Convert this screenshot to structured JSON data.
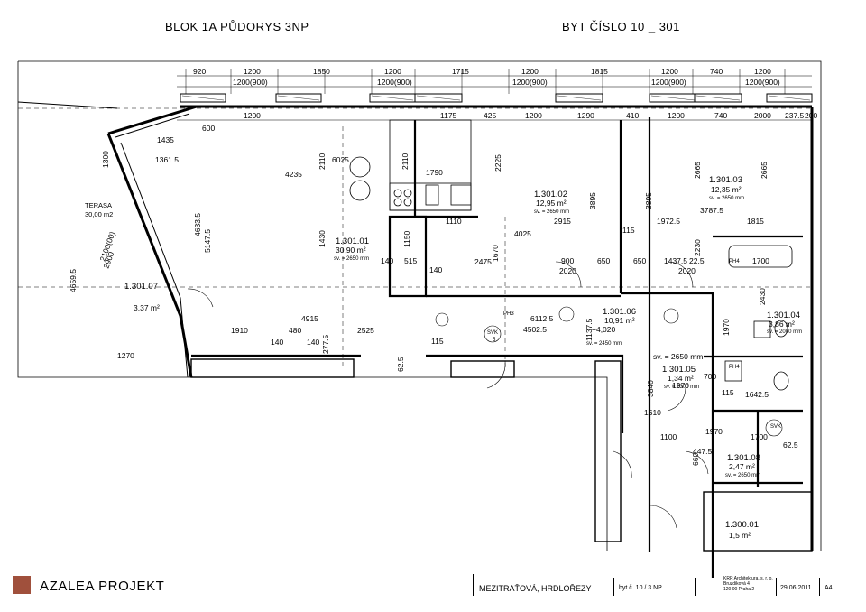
{
  "header": {
    "left": "BLOK 1A    PŮDORYS 3NP",
    "right": "BYT ČÍSLO 10 _ 301"
  },
  "top_dims_row1": [
    "920",
    "1200",
    "1850",
    "1200",
    "1715",
    "1200",
    "1815",
    "1200",
    "740",
    "1200"
  ],
  "top_dims_row2": [
    "1200(900)",
    "1200(900)",
    "1200(900)",
    "1200(900)",
    "1200(900)"
  ],
  "top_dims_row3": [
    "600",
    "1200",
    "1175",
    "425",
    "1200",
    "1290",
    "410",
    "1200",
    "740",
    "2000",
    "237.5",
    "200"
  ],
  "rooms": [
    {
      "code": "1.301.01",
      "area": "30,90 m²",
      "height": "sv. = 2650 mm"
    },
    {
      "code": "1.301.02",
      "area": "12,95 m²",
      "height": "sv. = 2650 mm"
    },
    {
      "code": "1.301.03",
      "area": "12,35 m²",
      "height": "sv. = 2650 mm"
    },
    {
      "code": "1.301.04",
      "area": "3,86 m²",
      "height": "sv. = 2000 mm"
    },
    {
      "code": "1.301.05",
      "area": "1,34 m²",
      "height": "sv. = 2300 mm"
    },
    {
      "code": "1.301.06",
      "area": "10,91 m²",
      "height": "sv. = 2450 mm"
    },
    {
      "code": "1.301.07",
      "area": "3,37 m²",
      "height": ""
    },
    {
      "code": "1.301.08",
      "area": "2,47 m²",
      "height": "sv. = 2650 mm"
    },
    {
      "code": "1.300.01",
      "area": "1,5 m²",
      "height": ""
    }
  ],
  "terrace": {
    "label": "TERASA",
    "area": "30,00 m2"
  },
  "inner_dims": [
    "6025",
    "4235",
    "1790",
    "2110",
    "2110",
    "2225",
    "3895",
    "3895",
    "2665",
    "2665",
    "1110",
    "2915",
    "1972.5",
    "1815",
    "3787.5",
    "4025",
    "2475",
    "1670",
    "900",
    "650",
    "650",
    "1437.5",
    "22.5",
    "1700",
    "2020",
    "2020",
    "1430",
    "1150",
    "140",
    "515",
    "140",
    "4915",
    "1910",
    "480",
    "2525",
    "6112.5",
    "4502.5",
    "1137.5",
    "5147.5",
    "4633.5",
    "4659.5",
    "1361.5",
    "1435",
    "1270",
    "140",
    "140",
    "277.5",
    "62.5",
    "115",
    "115",
    "115",
    "2230",
    "2430",
    "3840",
    "1610",
    "1100",
    "447.5",
    "1700",
    "62.5",
    "700",
    "1970",
    "660",
    "1642.5",
    "1970",
    "1970",
    "+4,020",
    "sv. = 2650 mm",
    "2900",
    "2100(00)",
    "1300"
  ],
  "labels": {
    "svk": "SVK",
    "ph3": "PH3",
    "ph4": "PH4",
    "num5": "5"
  },
  "footer": {
    "company": "AZALEA  PROJEKT",
    "authors": "MEZITRAŤOVÁ, HRDLOŘEZY",
    "sheet": "byt č. 10 / 3.NP",
    "office_line1": "KRR Architektura, s. r. o.",
    "office_line2": "Bruzdiková 4",
    "office_line3": "120 00 Praha 2",
    "date": "29.06.2011",
    "format": "A4"
  }
}
